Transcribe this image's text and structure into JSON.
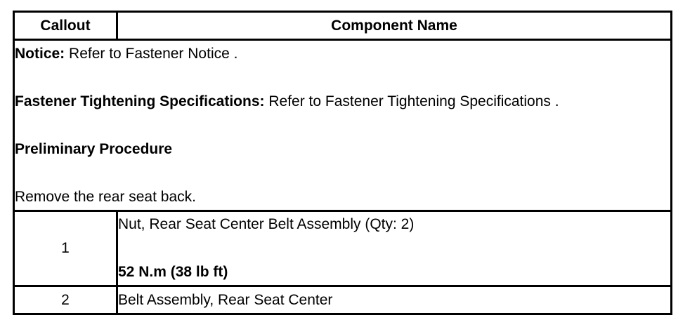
{
  "table": {
    "headers": {
      "callout": "Callout",
      "component_name": "Component Name"
    },
    "intro": {
      "notice_label": "Notice:",
      "notice_text": " Refer to Fastener Notice .",
      "spec_label": "Fastener Tightening Specifications:",
      "spec_text": " Refer to Fastener Tightening Specifications .",
      "prelim_heading": "Preliminary Procedure",
      "prelim_step": "Remove the rear seat back."
    },
    "rows": [
      {
        "callout": "1",
        "name": "Nut, Rear Seat Center Belt Assembly (Qty: 2)",
        "torque": "52 N.m (38 lb ft)"
      },
      {
        "callout": "2",
        "name": "Belt Assembly, Rear Seat Center"
      }
    ]
  }
}
